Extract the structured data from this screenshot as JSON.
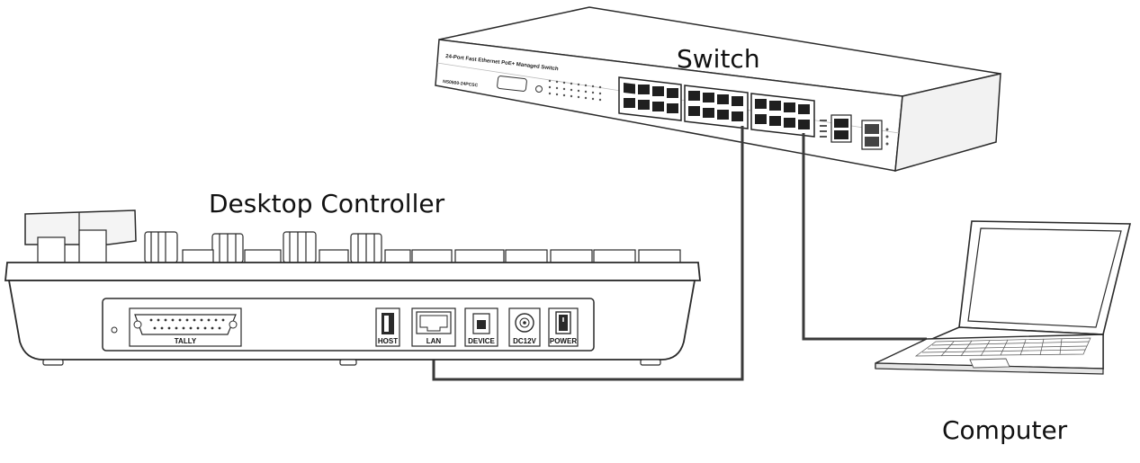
{
  "labels": {
    "switch": "Switch",
    "desktop_controller": "Desktop Controller",
    "computer": "Computer"
  },
  "switch_panel": {
    "front_text": "24-Port Fast Ethernet PoE+ Managed Switch",
    "model_text": "NS0500-24PCSC"
  },
  "controller_ports": {
    "tally": "TALLY",
    "host": "HOST",
    "lan": "LAN",
    "device": "DEVICE",
    "dc12v": "DC12V",
    "power": "POWER"
  },
  "colors": {
    "stroke": "#2a2a2a",
    "cable": "#3a3a3a",
    "body_fill": "#ffffff",
    "shade": "#e6e6e6"
  }
}
